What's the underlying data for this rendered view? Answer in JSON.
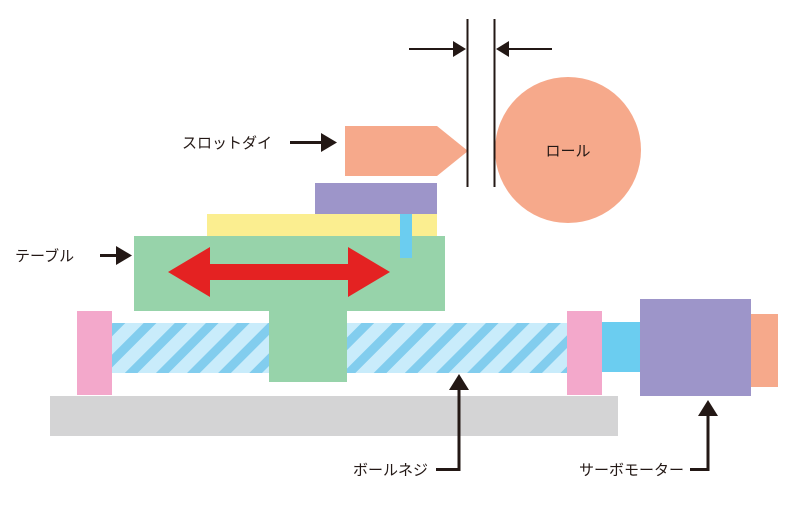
{
  "labels": {
    "slot_die": "スロットダイ",
    "roll": "ロール",
    "table": "テーブル",
    "ball_screw": "ボールネジ",
    "servo_motor": "サーボモーター"
  },
  "colors": {
    "salmon": "#f6a98b",
    "purple": "#9d95c9",
    "yellow": "#fbee90",
    "green": "#97d3aa",
    "light_blue": "#6bcdf0",
    "hatch_bg": "#c9ecfb",
    "hatch_line": "#82cdee",
    "pink": "#f3a8cb",
    "base_gray": "#d4d4d5",
    "red_arrow": "#e42222",
    "ink": "#231815"
  }
}
